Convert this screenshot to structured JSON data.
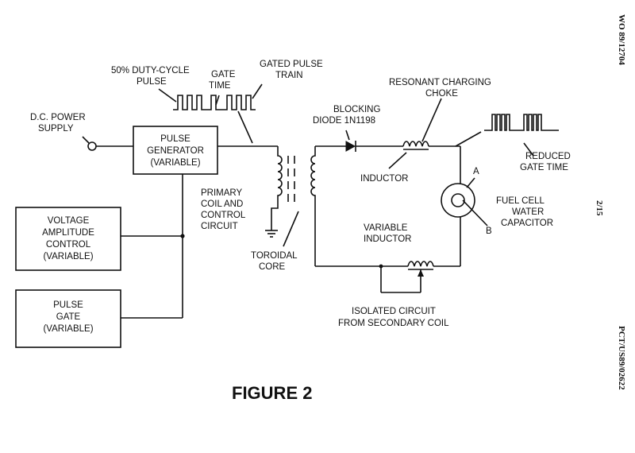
{
  "labels": {
    "duty_cycle_1": "50% DUTY-CYCLE",
    "duty_cycle_2": "PULSE",
    "gate_time_1": "GATE",
    "gate_time_2": "TIME",
    "gated_pulse_1": "GATED PULSE",
    "gated_pulse_2": "TRAIN",
    "dc_power_1": "D.C. POWER",
    "dc_power_2": "SUPPLY",
    "blocking_1": "BLOCKING",
    "blocking_2": "DIODE 1N1198",
    "resonant_1": "RESONANT CHARGING",
    "resonant_2": "CHOKE",
    "inductor": "INDUCTOR",
    "reduced_1": "REDUCED",
    "reduced_2": "GATE TIME",
    "primary_1": "PRIMARY",
    "primary_2": "COIL AND",
    "primary_3": "CONTROL",
    "primary_4": "CIRCUIT",
    "variable_ind_1": "VARIABLE",
    "variable_ind_2": "INDUCTOR",
    "toroidal_1": "TOROIDAL",
    "toroidal_2": "CORE",
    "fuel_cell_1": "FUEL CELL",
    "fuel_cell_2": "WATER",
    "fuel_cell_3": "CAPACITOR",
    "terminal_a": "A",
    "terminal_b": "B",
    "isolated_1": "ISOLATED CIRCUIT",
    "isolated_2": "FROM SECONDARY COIL"
  },
  "boxes": {
    "pulse_gen": [
      "PULSE",
      "GENERATOR",
      "(VARIABLE)"
    ],
    "voltage": [
      "VOLTAGE",
      "AMPLITUDE",
      "CONTROL",
      "(VARIABLE)"
    ],
    "pulse_gate": [
      "PULSE",
      "GATE",
      "(VARIABLE)"
    ]
  },
  "figure_title": "FIGURE 2",
  "margin_text": {
    "top": "WO 89/12704",
    "middle": "2/15",
    "bottom": "PCT/US89/02622"
  }
}
